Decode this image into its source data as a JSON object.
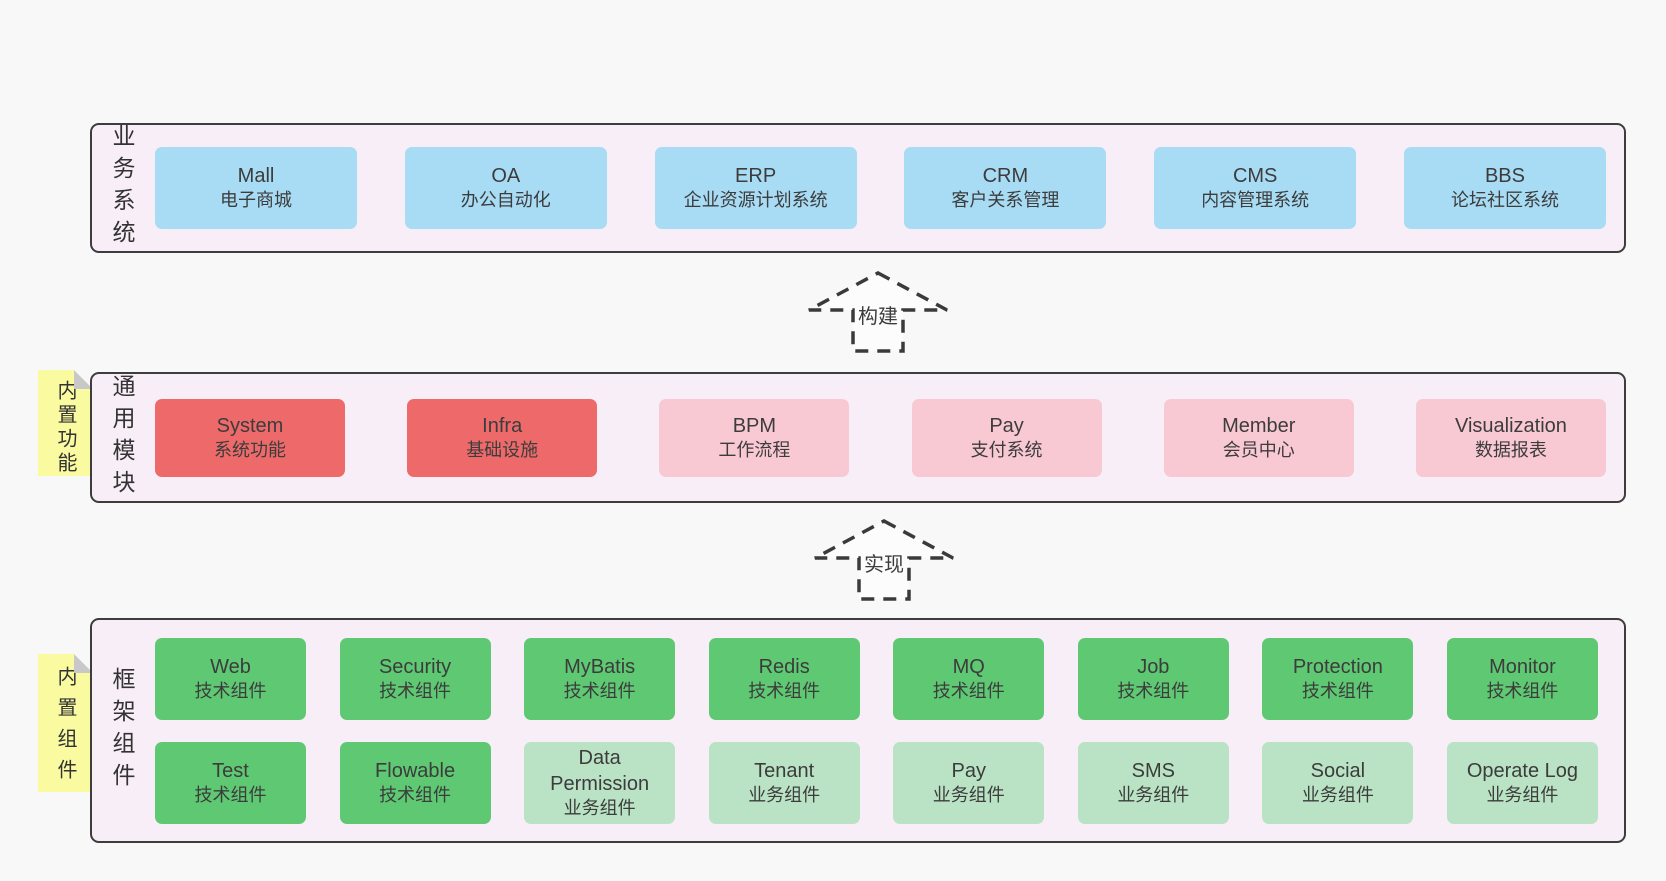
{
  "colors": {
    "page_bg": "#f8f8f8",
    "section_bg": "#f8eef8",
    "section_border": "#3d3d3d",
    "box_blue": "#a8dbf4",
    "box_red": "#ee6a6a",
    "box_pink": "#f9c9d3",
    "box_green": "#5ec873",
    "box_green_light": "#b9e3c4",
    "sticky_yellow": "#fafaa1",
    "sticky_fold_gray": "#c8c8cb",
    "text": "#3c3c3c"
  },
  "arrows": [
    {
      "label": "构建"
    },
    {
      "label": "实现"
    }
  ],
  "sections": [
    {
      "label": "业务系统",
      "rows": [
        [
          {
            "name": "Mall",
            "subtitle": "电子商城",
            "variant": "blue"
          },
          {
            "name": "OA",
            "subtitle": "办公自动化",
            "variant": "blue"
          },
          {
            "name": "ERP",
            "subtitle": "企业资源计划系统",
            "variant": "blue"
          },
          {
            "name": "CRM",
            "subtitle": "客户关系管理",
            "variant": "blue"
          },
          {
            "name": "CMS",
            "subtitle": "内容管理系统",
            "variant": "blue"
          },
          {
            "name": "BBS",
            "subtitle": "论坛社区系统",
            "variant": "blue"
          }
        ]
      ]
    },
    {
      "label": "通用模块",
      "sticky": "内置功能",
      "rows": [
        [
          {
            "name": "System",
            "subtitle": "系统功能",
            "variant": "red"
          },
          {
            "name": "Infra",
            "subtitle": "基础设施",
            "variant": "red"
          },
          {
            "name": "BPM",
            "subtitle": "工作流程",
            "variant": "pink"
          },
          {
            "name": "Pay",
            "subtitle": "支付系统",
            "variant": "pink"
          },
          {
            "name": "Member",
            "subtitle": "会员中心",
            "variant": "pink"
          },
          {
            "name": "Visualization",
            "subtitle": "数据报表",
            "variant": "pink"
          }
        ]
      ]
    },
    {
      "label": "框架组件",
      "sticky": "内置组件",
      "rows": [
        [
          {
            "name": "Web",
            "subtitle": "技术组件",
            "variant": "green"
          },
          {
            "name": "Security",
            "subtitle": "技术组件",
            "variant": "green"
          },
          {
            "name": "MyBatis",
            "subtitle": "技术组件",
            "variant": "green"
          },
          {
            "name": "Redis",
            "subtitle": "技术组件",
            "variant": "green"
          },
          {
            "name": "MQ",
            "subtitle": "技术组件",
            "variant": "green"
          },
          {
            "name": "Job",
            "subtitle": "技术组件",
            "variant": "green"
          },
          {
            "name": "Protection",
            "subtitle": "技术组件",
            "variant": "green"
          },
          {
            "name": "Monitor",
            "subtitle": "技术组件",
            "variant": "green"
          }
        ],
        [
          {
            "name": "Test",
            "subtitle": "技术组件",
            "variant": "green"
          },
          {
            "name": "Flowable",
            "subtitle": "技术组件",
            "variant": "green"
          },
          {
            "name": "Data Permission",
            "subtitle": "业务组件",
            "variant": "green-light"
          },
          {
            "name": "Tenant",
            "subtitle": "业务组件",
            "variant": "green-light"
          },
          {
            "name": "Pay",
            "subtitle": "业务组件",
            "variant": "green-light"
          },
          {
            "name": "SMS",
            "subtitle": "业务组件",
            "variant": "green-light"
          },
          {
            "name": "Social",
            "subtitle": "业务组件",
            "variant": "green-light"
          },
          {
            "name": "Operate Log",
            "subtitle": "业务组件",
            "variant": "green-light"
          }
        ]
      ]
    }
  ]
}
